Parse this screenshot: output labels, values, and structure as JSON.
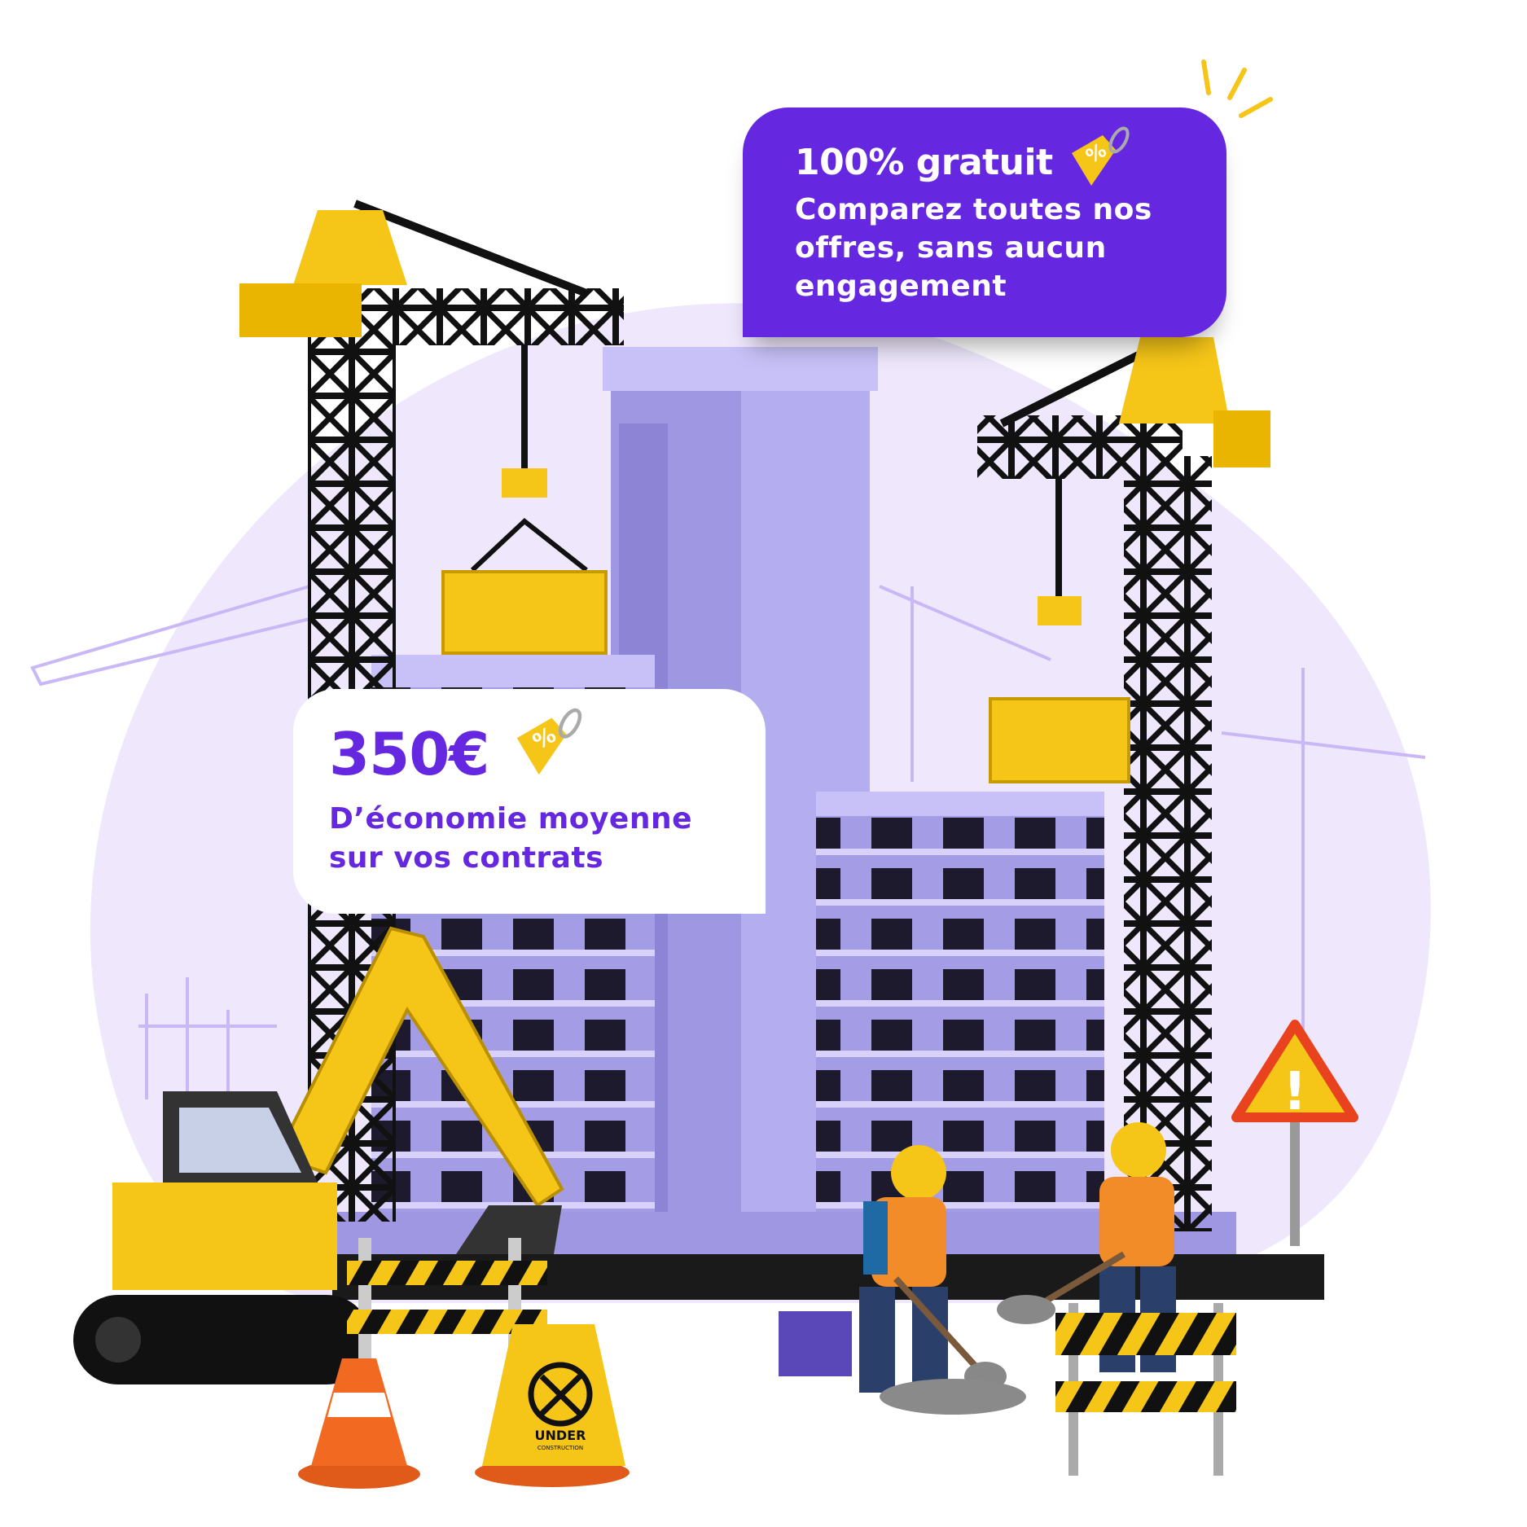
{
  "promo_free": {
    "title": "100% gratuit",
    "body": "Comparez toutes nos offres, sans aucun engagement"
  },
  "promo_savings": {
    "amount": "350€",
    "body": "D’économie moyenne sur vos contrats"
  },
  "tag_symbol": "%",
  "floor_sign": {
    "line1": "UNDER",
    "line2": "CONSTRUCTION"
  },
  "warning_symbol": "!",
  "colors": {
    "brand_purple": "#6528e0",
    "blob_lavender": "#efe8fd",
    "building_purple": "#a59ce6",
    "crane_yellow": "#f5c518",
    "white": "#ffffff"
  }
}
